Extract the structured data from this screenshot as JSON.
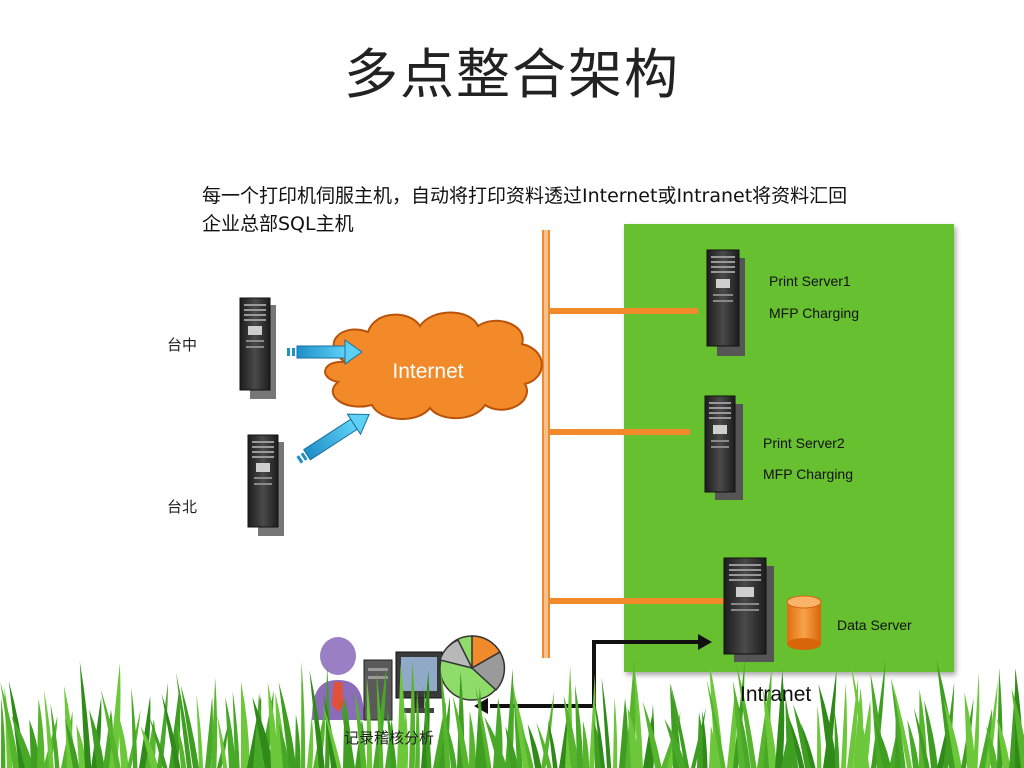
{
  "slide": {
    "title": "多点整合架构",
    "description": "每一个打印机伺服主机，自动将打印资料透过Internet或Intranet将资料汇回企业总部SQL主机"
  },
  "diagram": {
    "sites": [
      {
        "label": "台中"
      },
      {
        "label": "台北"
      }
    ],
    "cloud_label": "Internet",
    "servers": [
      {
        "name": "Print Server1",
        "role": "MFP Charging"
      },
      {
        "name": "Print Server2",
        "role": "MFP Charging"
      }
    ],
    "data_server_label": "Data Server",
    "zone_label": "Intranet",
    "analysis_label": "记录稽核分析"
  },
  "colors": {
    "zone_green": "#66c02f",
    "network_orange": "#f08a2a",
    "arrow_blue": "#3bb3e6",
    "server_dark": "#2f2f2f"
  }
}
